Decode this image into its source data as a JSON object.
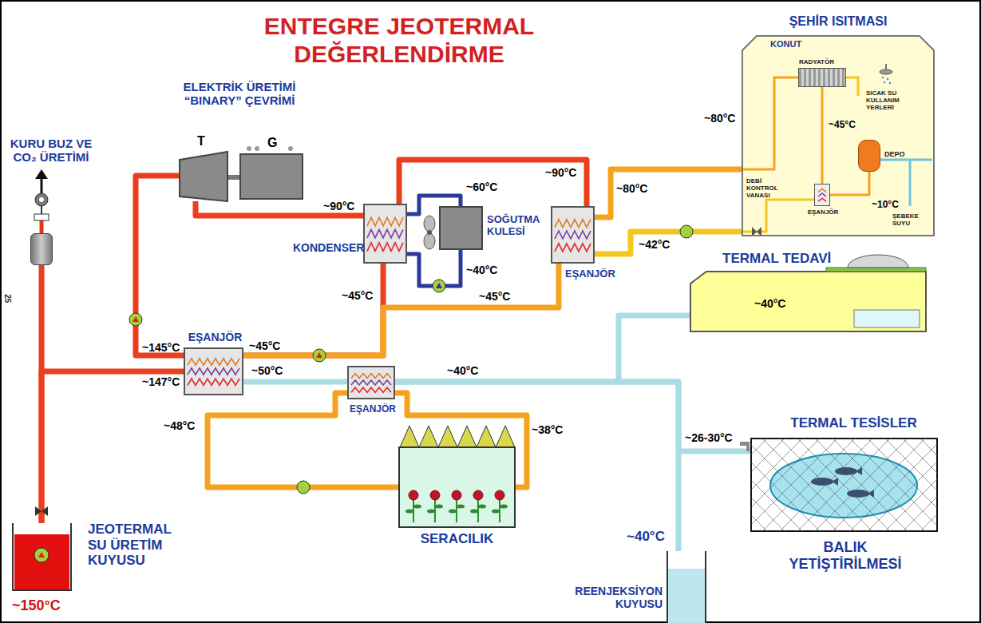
{
  "diagram": {
    "title": "ENTEGRE JEOTERMAL DEĞERLENDİRME",
    "nodes": [
      {
        "text": [
          "JEOTERMAL SU ÜRETİM KUYUSU"
        ]
      },
      {
        "text": [
          "KURU BUZ VE CO₂ ÜRETİMİ"
        ]
      },
      {
        "text": [
          "T"
        ]
      },
      {
        "text": [
          "G"
        ]
      },
      {
        "text": [
          "KONDENSER"
        ]
      },
      {
        "text": [
          "SOĞUTMA KULESİ"
        ]
      },
      {
        "text": [
          "EŞANJÖR"
        ]
      },
      {
        "text": [
          "ŞEHİR ISITMASI",
          "KONUT"
        ]
      },
      {
        "text": [
          "RADYATÖR"
        ],
        "in": 7
      },
      {
        "text": [
          "DEPO"
        ],
        "in": 7
      },
      {
        "text": [
          "EŞANJÖR"
        ],
        "in": 7
      },
      {
        "text": [
          "EŞANJÖR"
        ]
      },
      {
        "text": [
          "EŞANJÖR"
        ]
      },
      {
        "text": [
          "SERACILIK"
        ]
      },
      {
        "text": [
          "TERMAL TEDAVİ"
        ]
      },
      {
        "text": [
          "TERMAL TESİSLER",
          "BALIK YETİŞTİRİLMESİ"
        ]
      },
      {
        "text": [
          "REENJEKSİYON KUYUSU"
        ]
      }
    ],
    "edges": [
      {
        "from": 0,
        "to": 11,
        "arrow": "none"
      },
      {
        "from": 0,
        "to": 1,
        "arrow": "none"
      },
      {
        "from": 11,
        "to": 2,
        "arrow": "none"
      },
      {
        "from": 2,
        "to": 3,
        "arrow": "none"
      },
      {
        "from": 2,
        "to": 4,
        "arrow": "none"
      },
      {
        "from": 4,
        "to": 11,
        "arrow": "none"
      },
      {
        "from": 4,
        "to": 5,
        "arrow": "none"
      },
      {
        "from": 5,
        "to": 4,
        "arrow": "none"
      },
      {
        "from": 4,
        "to": 6,
        "arrow": "none"
      },
      {
        "from": 6,
        "to": 11,
        "arrow": "none"
      },
      {
        "from": 6,
        "to": 7,
        "arrow": "none"
      },
      {
        "from": 7,
        "to": 6,
        "arrow": "none"
      },
      {
        "from": 8,
        "to": 10,
        "arrow": "none"
      },
      {
        "from": 10,
        "to": 9,
        "arrow": "none"
      },
      {
        "from": 11,
        "to": 12,
        "arrow": "none"
      },
      {
        "from": 12,
        "to": 13,
        "arrow": "none"
      },
      {
        "from": 13,
        "to": 12,
        "arrow": "none"
      },
      {
        "from": 12,
        "to": 14,
        "arrow": "none"
      },
      {
        "from": 12,
        "to": 16,
        "arrow": "none"
      },
      {
        "from": 12,
        "to": 15,
        "arrow": "none"
      }
    ],
    "labels": [
      "ELEKTRİK ÜRETİMİ “BINARY” ÇEVRİMİ",
      "~90°C",
      "~60°C",
      "~40°C",
      "~90°C",
      "~80°C",
      "~42°C",
      "~45°C",
      "~45°C",
      "~145°C",
      "~45°C",
      "~147°C",
      "~50°C",
      "~40°C",
      "~38°C",
      "~48°C",
      "~80°C",
      "SICAK SU KULLANIM YERLERİ",
      "~45°C",
      "~10°C",
      "DEBİ KONTROL VANASI",
      "ŞEBEKE SUYU",
      "~40°C",
      "~26-30°C",
      "~40°C",
      "~150°C",
      "25"
    ]
  }
}
